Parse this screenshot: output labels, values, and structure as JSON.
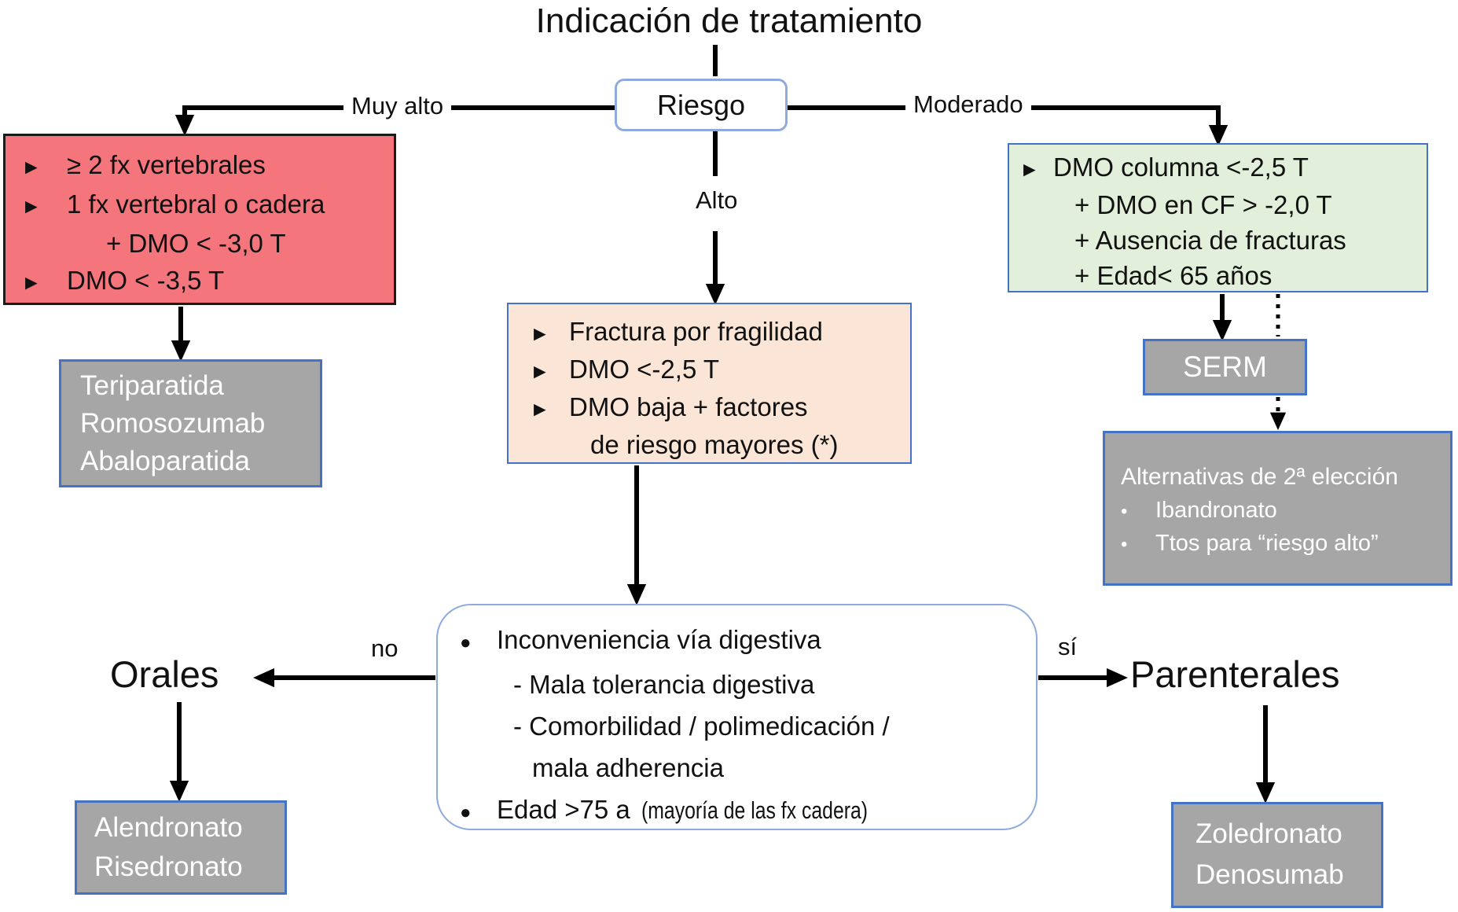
{
  "title": "Indicación de tratamiento",
  "icons": {
    "triangle_bullet": "►",
    "dot_bullet": "●",
    "small_bullet": "•"
  },
  "risk": {
    "label": "Riesgo"
  },
  "branch_labels": {
    "very_high": "Muy alto",
    "high": "Alto",
    "moderate": "Moderado",
    "no": "no",
    "yes": "sí"
  },
  "very_high_criteria": {
    "line1": "≥ 2 fx vertebrales",
    "line2": "1 fx vertebral o cadera",
    "line3": "+ DMO < -3,0 T",
    "line4": "DMO < -3,5 T"
  },
  "very_high_treatments": {
    "line1": "Teriparatida",
    "line2": "Romosozumab",
    "line3": "Abaloparatida"
  },
  "high_criteria": {
    "line1": "Fractura por fragilidad",
    "line2": "DMO <-2,5 T",
    "line3": "DMO baja + factores",
    "line4": "de riesgo mayores (*)"
  },
  "moderate_criteria": {
    "line1": "DMO columna <-2,5 T",
    "line2": "+ DMO en CF > -2,0 T",
    "line3": "+ Ausencia de fracturas",
    "line4": "+ Edad< 65 años"
  },
  "serm": {
    "label": "SERM"
  },
  "alternatives": {
    "title": "Alternativas de 2ª elección",
    "item1": "Ibandronato",
    "item2": "Ttos para “riesgo alto”"
  },
  "decision": {
    "line1": "Inconveniencia vía digestiva",
    "line2": "- Mala tolerancia digestiva",
    "line3": "- Comorbilidad / polimedicación /",
    "line4": "mala adherencia",
    "line5": "Edad >75 a",
    "line5_note": "(mayoría de las fx cadera)"
  },
  "oral": {
    "label": "Orales",
    "treatment1": "Alendronato",
    "treatment2": "Risedronato"
  },
  "parenteral": {
    "label": "Parenterales",
    "treatment1": "Zoledronato",
    "treatment2": "Denosumab"
  },
  "colors": {
    "very_high_fill": "#F4757B",
    "high_fill": "#FBE5D6",
    "moderate_fill": "#E2EFDA",
    "treatment_fill": "#A6A6A6",
    "box_border_blue": "#4472C4",
    "rounded_border_blue": "#8FAADC",
    "arrow": "#000000"
  }
}
